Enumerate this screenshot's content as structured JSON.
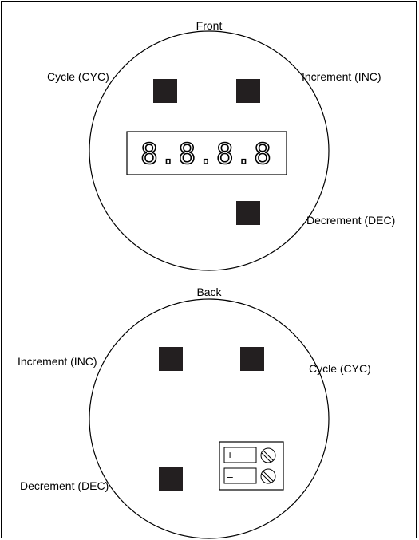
{
  "front": {
    "title": "Front",
    "labels": {
      "cycle": "Cycle (CYC)",
      "increment": "Increment (INC)",
      "decrement": "Decrement (DEC)"
    },
    "display": "8.8.8.8"
  },
  "back": {
    "title": "Back",
    "labels": {
      "increment": "Increment (INC)",
      "cycle": "Cycle (CYC)",
      "decrement": "Decrement (DEC)"
    },
    "terminal_signs": {
      "positive": "+",
      "negative": "–"
    }
  }
}
